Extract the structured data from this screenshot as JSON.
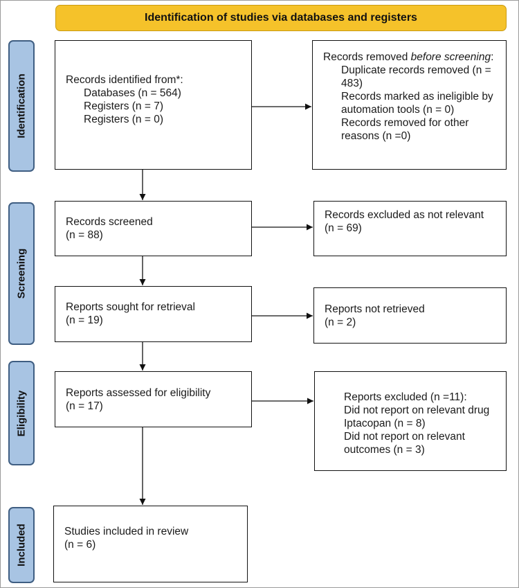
{
  "header": {
    "title": "Identification of studies via databases and registers"
  },
  "stages": {
    "identification": "Identification",
    "screening": "Screening",
    "eligibility": "Eligibility",
    "included": "Included"
  },
  "identified": {
    "title": "Records identified from*:",
    "databases": "Databases (n = 564)",
    "registers_1": "Registers (n = 7)",
    "registers_2": "Registers (n = 0)"
  },
  "removed": {
    "title_plain": "Records removed ",
    "title_italic": "before screening",
    "title_colon": ":",
    "duplicates": "Duplicate records removed (n = 483)",
    "ineligible": "Records marked as ineligible by automation tools (n = 0)",
    "other": "Records removed for other reasons (n =0)"
  },
  "screened": {
    "title": "Records screened",
    "count": "(n = 88)"
  },
  "excluded_screening": {
    "title": "Records excluded as not relevant",
    "count": "(n = 69)"
  },
  "sought": {
    "title": "Reports sought for retrieval",
    "count": "(n = 19)"
  },
  "not_retrieved": {
    "title": "Reports not retrieved",
    "count": "(n = 2)"
  },
  "assessed": {
    "title": "Reports assessed for eligibility",
    "count": "(n = 17)"
  },
  "excluded_reports": {
    "title": "Reports excluded (n =11):",
    "reason_1": "Did not report on relevant drug Iptacopan (n = 8)",
    "reason_2": "Did not report on relevant outcomes (n = 3)"
  },
  "included": {
    "title": "Studies included in review",
    "count": "(n = 6)"
  }
}
